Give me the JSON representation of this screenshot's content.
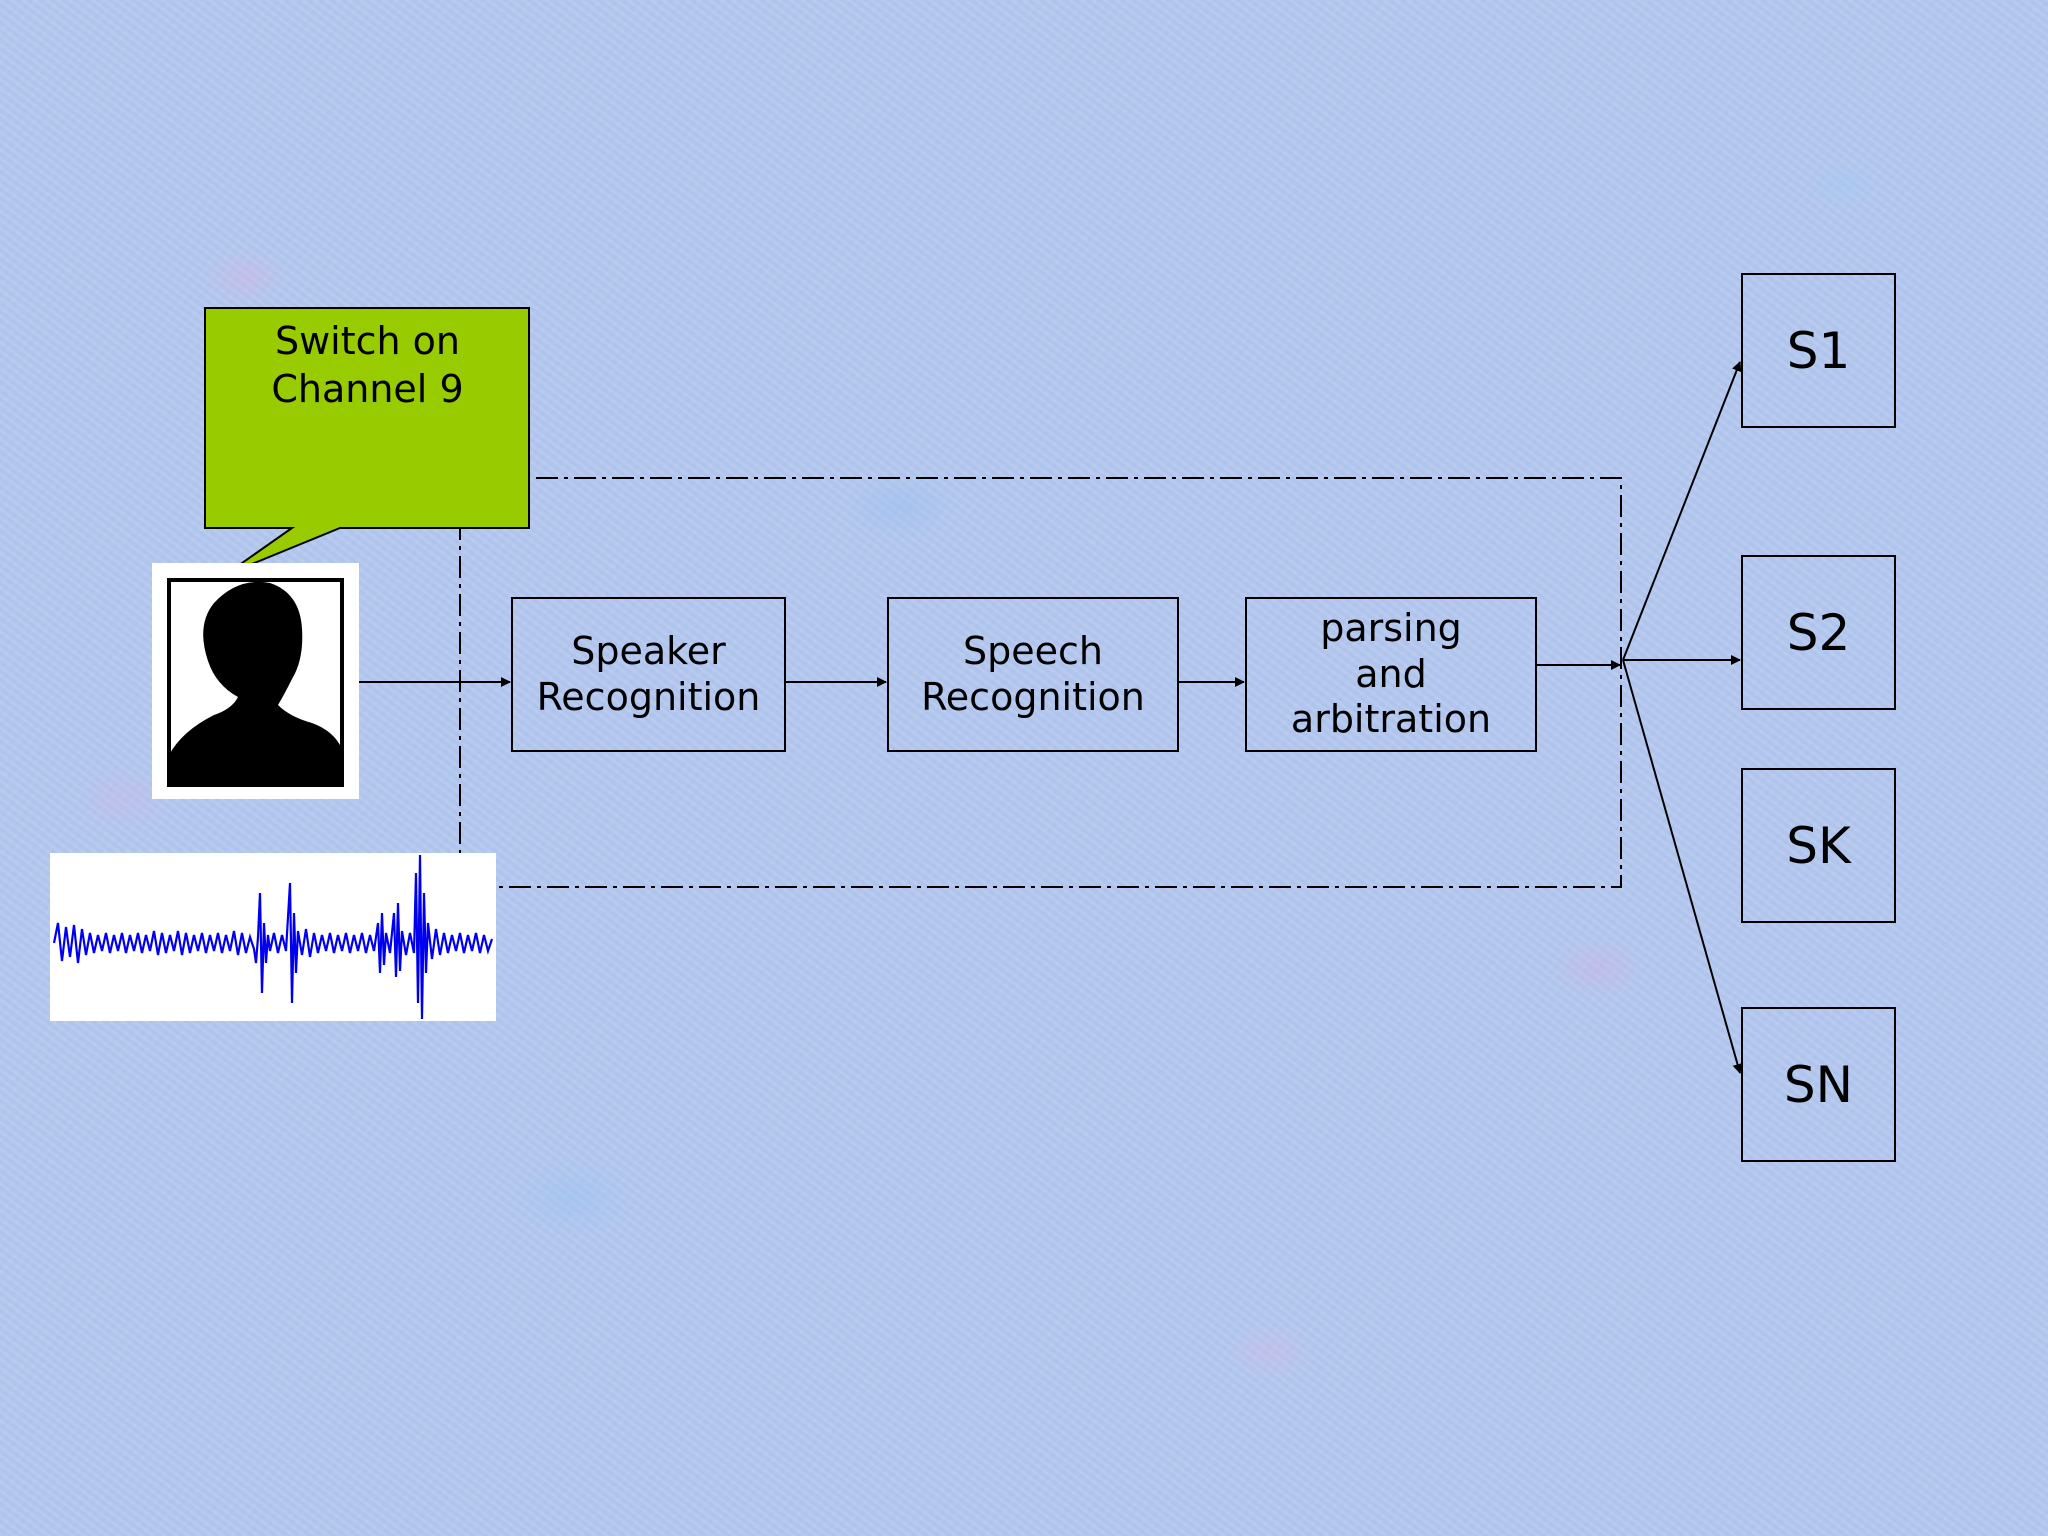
{
  "callout": {
    "text": "Switch on\nChannel 9",
    "fill": "#99cc00"
  },
  "speaker_photo": {
    "icon": "person-silhouette-icon"
  },
  "waveform": {
    "icon": "audio-waveform-icon",
    "color": "#0000ee"
  },
  "pipeline": {
    "steps": [
      {
        "label": "Speaker\nRecognition"
      },
      {
        "label": "Speech\nRecognition"
      },
      {
        "label": "parsing\nand\narbitration"
      }
    ]
  },
  "systems": [
    {
      "label": "S1"
    },
    {
      "label": "S2"
    },
    {
      "label": "SK"
    },
    {
      "label": "SN"
    }
  ],
  "colors": {
    "background": "#b3c9ee",
    "lines": "#000000"
  }
}
